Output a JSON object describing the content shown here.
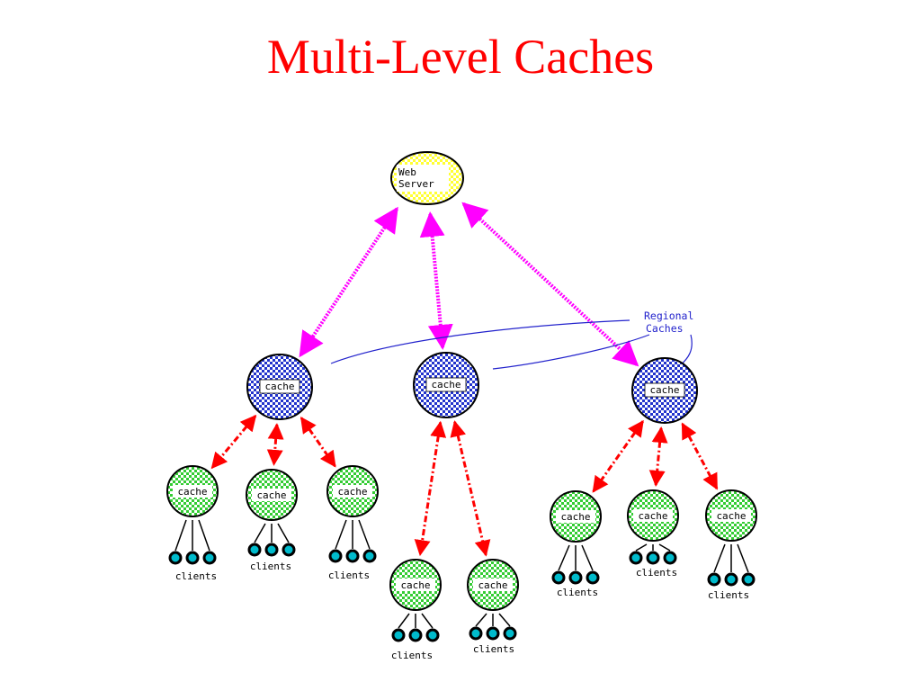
{
  "title": "Multi-Level Caches",
  "colors": {
    "title": "#ff0000",
    "server_fill": "#ffff33",
    "regional_fill": "#2233cc",
    "local_fill": "#33cc33",
    "upper_link": "#ff00ff",
    "lower_link": "#ff0000",
    "annotation": "#2222cc",
    "client": "#00bbcc"
  },
  "server": {
    "line1": "Web",
    "line2": "Server"
  },
  "regional_caches": [
    {
      "label": "cache"
    },
    {
      "label": "cache"
    },
    {
      "label": "cache"
    }
  ],
  "local_caches": [
    {
      "label": "cache",
      "clients_label": "clients"
    },
    {
      "label": "cache",
      "clients_label": "clients"
    },
    {
      "label": "cache",
      "clients_label": "clients"
    },
    {
      "label": "cache",
      "clients_label": "clients"
    },
    {
      "label": "cache",
      "clients_label": "clients"
    },
    {
      "label": "cache",
      "clients_label": "clients"
    },
    {
      "label": "cache",
      "clients_label": "clients"
    },
    {
      "label": "cache",
      "clients_label": "clients"
    }
  ],
  "annotation": {
    "line1": "Regional",
    "line2": "Caches"
  }
}
